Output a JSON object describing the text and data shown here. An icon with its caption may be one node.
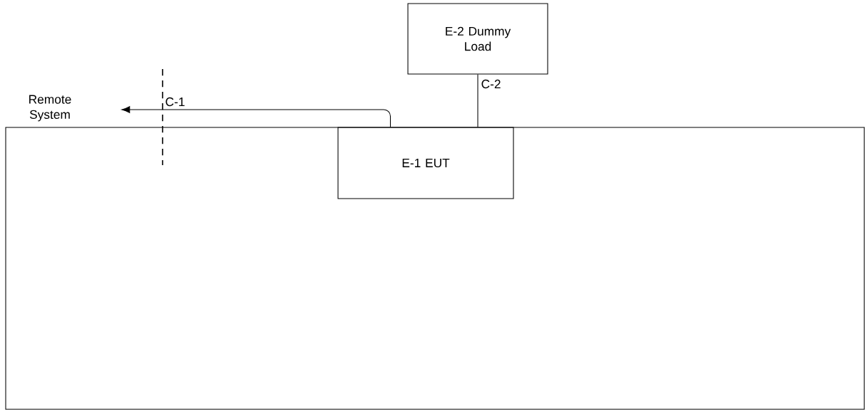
{
  "diagram": {
    "nodes": [
      {
        "text": [],
        "shape": "box"
      },
      {
        "text": [
          "E-1 EUT"
        ],
        "in": 0
      },
      {
        "text": [
          "E-2 Dummy Load"
        ]
      },
      {
        "text": [
          "Remote System"
        ]
      }
    ],
    "edges": [
      {
        "from": 1,
        "to": 3,
        "arrow": "to",
        "label": "C-1"
      },
      {
        "from": 2,
        "to": 1,
        "arrow": "none",
        "label": "C-2"
      }
    ]
  }
}
